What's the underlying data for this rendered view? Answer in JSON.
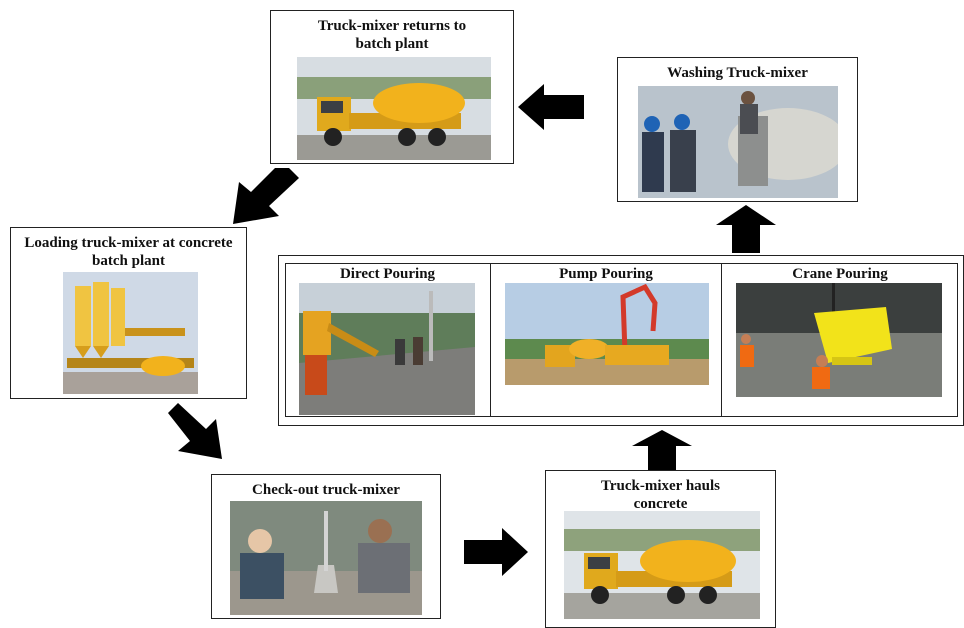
{
  "steps": {
    "returns": {
      "label": "Truck-mixer returns to batch plant",
      "photo": "yellow-mixer-truck-photo"
    },
    "washing": {
      "label": "Washing Truck-mixer",
      "photo": "workers-washing-drum-photo"
    },
    "loading": {
      "label": "Loading truck-mixer at concrete batch plant",
      "photo": "batch-plant-silos-photo"
    },
    "checkout": {
      "label": "Check-out truck-mixer",
      "photo": "slump-test-workers-photo"
    },
    "hauls": {
      "label": "Truck-mixer hauls concrete",
      "photo": "yellow-mixer-truck-photo"
    }
  },
  "pouring": {
    "direct": {
      "label": "Direct Pouring",
      "photo": "chute-pouring-photo"
    },
    "pump": {
      "label": "Pump Pouring",
      "photo": "concrete-pump-boom-photo"
    },
    "crane": {
      "label": "Crane Pouring",
      "photo": "crane-bucket-photo"
    }
  },
  "colors": {
    "arrow": "#000000",
    "border": "#222222",
    "truck_yellow": "#f2b21c",
    "sky": "#cfd9e6"
  }
}
